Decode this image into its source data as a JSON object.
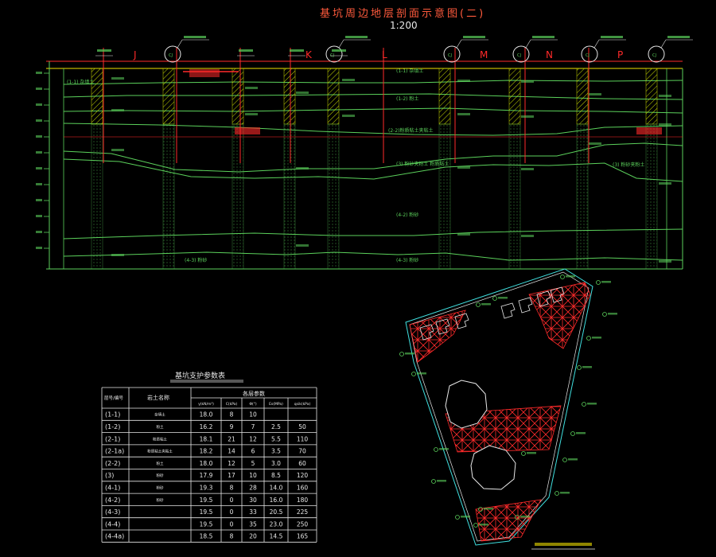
{
  "drawing": {
    "title": "基坑周边地层剖面示意图(二)",
    "scale": "1:200",
    "axes": [
      "J",
      "K",
      "L",
      "M",
      "N",
      "P"
    ],
    "soil_labels": [
      "(1-1) 杂填土",
      "(1-1) 杂填土",
      "(1-2) 粉土",
      "(2-2)粉质粘土夹粘土",
      "(3) 粉砂夹粉土 粉质粘土",
      "(3) 粉砂夹粉土",
      "(4-2) 粉砂",
      "(4-3) 粉砂",
      "(4-3) 粉砂"
    ]
  },
  "table": {
    "title": "基坑支护参数表",
    "header_col1": "层号/编号",
    "header_col2": "岩土名称",
    "header_group": "各层参数",
    "subheaders": [
      "γ(kN/m³)",
      "C(kPa)",
      "Φ(°)",
      "Es(MPa)",
      "qsik(kPa)"
    ],
    "rows": [
      {
        "id": "(1-1)",
        "name": "杂填土",
        "vals": [
          "18.0",
          "8",
          "10",
          "",
          ""
        ]
      },
      {
        "id": "(1-2)",
        "name": "粉土",
        "vals": [
          "16.2",
          "9",
          "7",
          "2.5",
          "50"
        ]
      },
      {
        "id": "(2-1)",
        "name": "粉质粘土",
        "vals": [
          "18.1",
          "21",
          "12",
          "5.5",
          "110"
        ]
      },
      {
        "id": "(2-1a)",
        "name": "粉质粘土夹粘土",
        "vals": [
          "18.2",
          "14",
          "6",
          "3.5",
          "70"
        ]
      },
      {
        "id": "(2-2)",
        "name": "粉土",
        "vals": [
          "18.0",
          "12",
          "5",
          "3.0",
          "60"
        ]
      },
      {
        "id": "(3)",
        "name": "粉砂",
        "vals": [
          "17.9",
          "17",
          "10",
          "8.5",
          "120"
        ]
      },
      {
        "id": "(4-1)",
        "name": "粉砂",
        "vals": [
          "19.3",
          "8",
          "28",
          "14.0",
          "160"
        ]
      },
      {
        "id": "(4-2)",
        "name": "粉砂",
        "vals": [
          "19.5",
          "0",
          "30",
          "16.0",
          "180"
        ]
      },
      {
        "id": "(4-3)",
        "name": "",
        "vals": [
          "19.5",
          "0",
          "33",
          "20.5",
          "225"
        ]
      },
      {
        "id": "(4-4)",
        "name": "",
        "vals": [
          "19.5",
          "0",
          "35",
          "23.0",
          "250"
        ]
      },
      {
        "id": "(4-4a)",
        "name": "",
        "vals": [
          "18.5",
          "8",
          "20",
          "14.5",
          "165"
        ]
      }
    ]
  },
  "colors": {
    "line_green": "#5bd15b",
    "red": "#ff2a2a",
    "yellow": "#f0e000",
    "white": "#e8e8e8",
    "cyan": "#40e0e0",
    "pile": "#c8d800"
  }
}
